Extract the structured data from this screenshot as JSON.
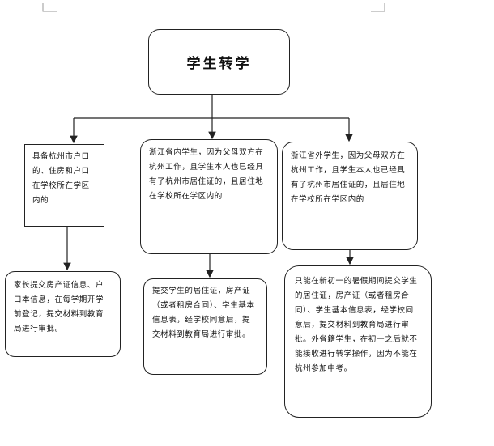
{
  "title": "学生转学",
  "branches": [
    {
      "condition": "具备杭州市户口的、住房和户口在学校所在学区内的",
      "action": "家长提交房产证信息、户口本信息，在每学期开学前登记，提交材料到教育局进行审批。"
    },
    {
      "condition": "浙江省内学生，因为父母双方在杭州工作，且学生本人也已经具有了杭州市居住证的，且居住地在学校所在学区内的",
      "action": "提交学生的居住证，房产证（或者租房合同）、学生基本信息表，经学校同意后，提交材料到教育局进行审批。"
    },
    {
      "condition": "浙江省外学生，因为父母双方在杭州工作，且学生本人也已经具有了杭州市居住证的，且居住地在学校所在学区内的",
      "action": "只能在新初一的暑假期间提交学生的居住证，房产证（或者租房合同）、学生基本信息表，经学校同意后，提交材料到教育局进行审批。外省籍学生，在初一之后就不能接收进行转学操作，因为不能在杭州参加中考。"
    }
  ]
}
